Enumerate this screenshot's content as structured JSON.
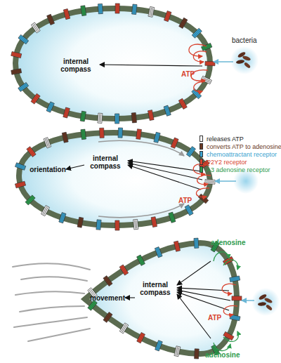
{
  "diagram": {
    "nodes": [
      {
        "text": [
          "internal compass"
        ]
      },
      {
        "text": [
          "orientation",
          "internal compass"
        ]
      },
      {
        "text": [
          "movement",
          "internal compass"
        ]
      }
    ],
    "labels": [
      "bacteria",
      "ATP",
      "ATP",
      "ATP",
      "adenosine",
      "adenosine"
    ],
    "legend": [
      {
        "text": "releases ATP",
        "color": "#ffffff"
      },
      {
        "text": "converts ATP to adenosine",
        "color": "#6b3a26"
      },
      {
        "text": "chemoattractant receptor",
        "color": "#3ba3cf"
      },
      {
        "text": "P2Y2 receptor",
        "color": "#d8432f"
      },
      {
        "text": "A3 adenosine receptor",
        "color": "#2e9b4e"
      }
    ]
  }
}
